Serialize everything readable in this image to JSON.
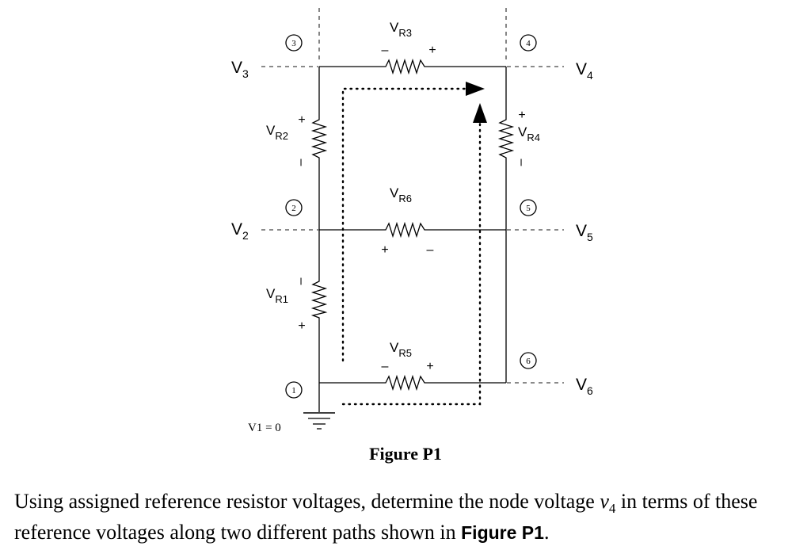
{
  "figure": {
    "node_voltage_labels": {
      "v3": {
        "main": "V",
        "sub": "3"
      },
      "v4": {
        "main": "V",
        "sub": "4"
      },
      "v2": {
        "main": "V",
        "sub": "2"
      },
      "v5": {
        "main": "V",
        "sub": "5"
      },
      "v6": {
        "main": "V",
        "sub": "6"
      }
    },
    "node_numbers": [
      "1",
      "2",
      "3",
      "4",
      "5",
      "6"
    ],
    "resistor_labels": {
      "r1": {
        "main": "V",
        "sub": "R1"
      },
      "r2": {
        "main": "V",
        "sub": "R2"
      },
      "r3": {
        "main": "V",
        "sub": "R3"
      },
      "r4": {
        "main": "V",
        "sub": "R4"
      },
      "r5": {
        "main": "V",
        "sub": "R5"
      },
      "r6": {
        "main": "V",
        "sub": "R6"
      }
    },
    "plus": "+",
    "minus": "–",
    "ground_label": "V1 = 0",
    "caption": "Figure P1"
  },
  "problem": {
    "part1": "Using assigned reference resistor voltages, determine the node voltage ",
    "var_main": "v",
    "var_sub": "4",
    "part2": " in terms of these reference voltages along two different paths shown in ",
    "figref": "Figure P1",
    "part3": "."
  }
}
